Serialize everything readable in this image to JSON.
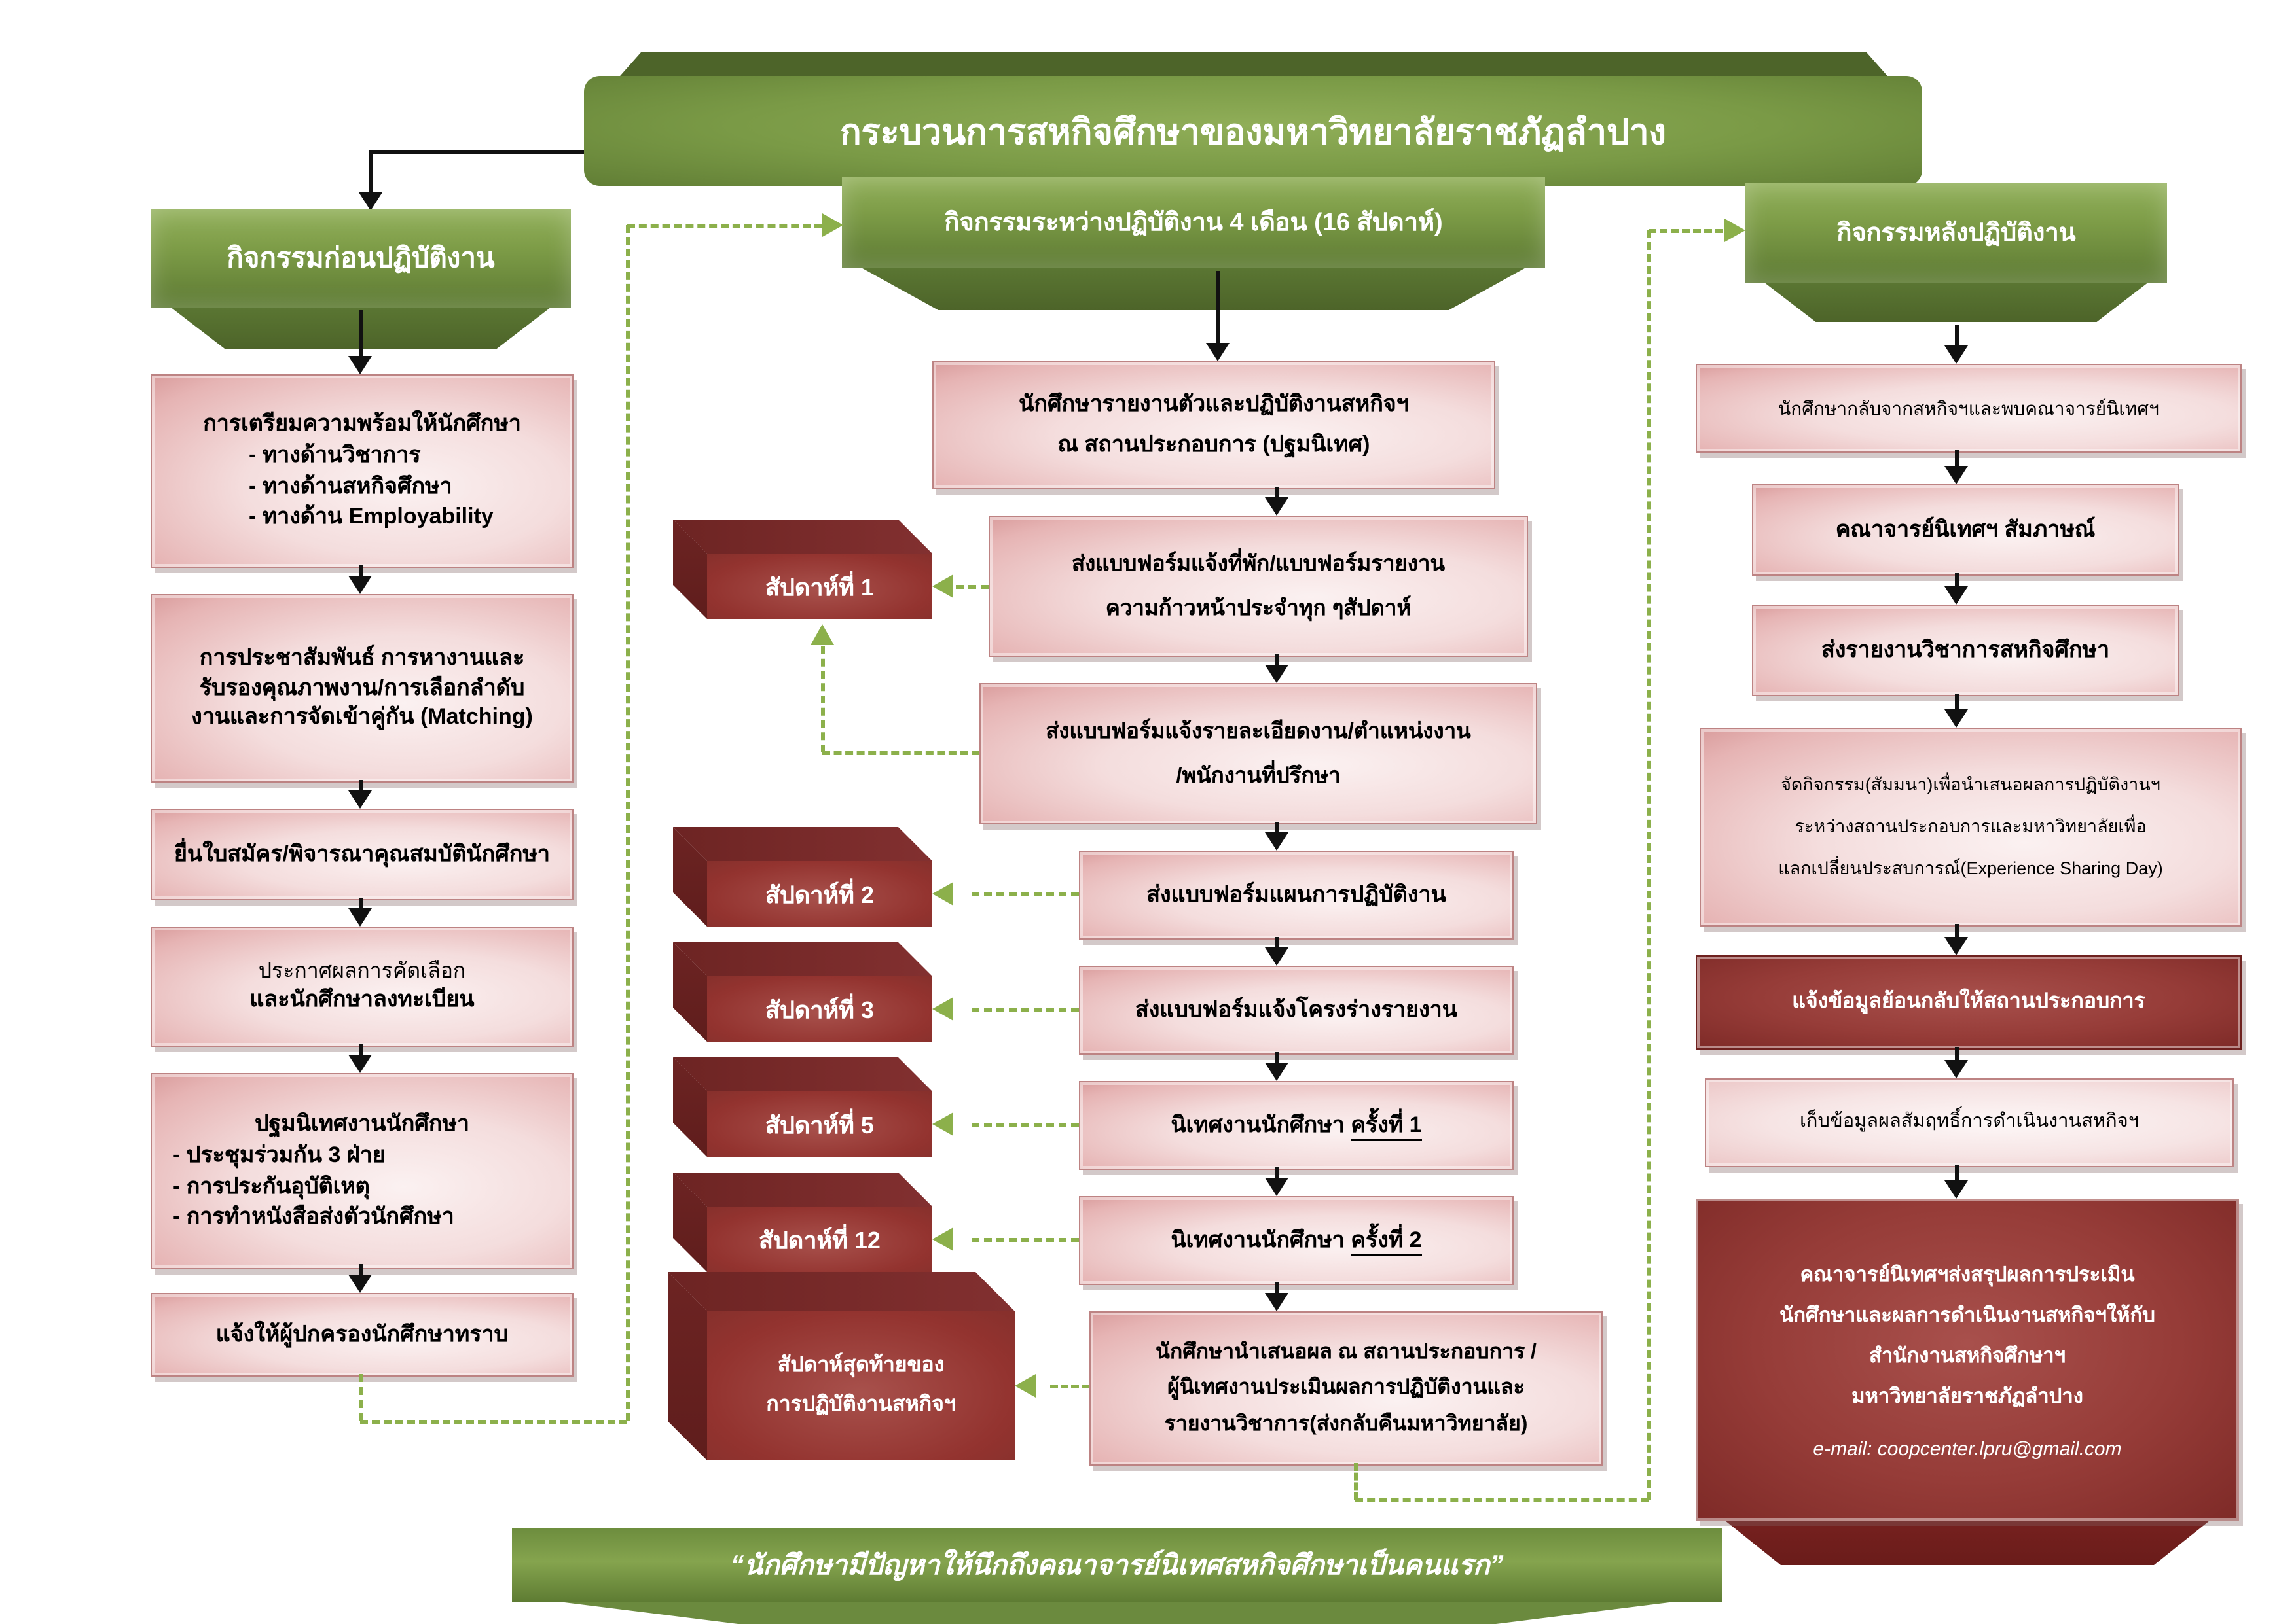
{
  "title": "กระบวนการสหกิจศึกษาของมหาวิทยาลัยราชภัฏลำปาง",
  "banner_quote": "“นักศึกษามีปัญหาให้นึกถึงคณาจารย์นิเทศสหกิจศึกษาเป็นคนแรก”",
  "colors": {
    "header_green": "#7d9c47",
    "dark_green": "#4d6429",
    "box_pink": "#f4dddd",
    "dark_red": "#8e312e",
    "dashed_green": "#8cb04b",
    "arrow_black": "#111111"
  },
  "pre": {
    "header": "กิจกรรมก่อนปฏิบัติงาน",
    "prep_title": "การเตรียมความพร้อมให้นักศึกษา",
    "prep_items": [
      "-  ทางด้านวิชาการ",
      "-  ทางด้านสหกิจศึกษา",
      "-  ทางด้าน Employability"
    ],
    "pr_lines": [
      "การประชาสัมพันธ์ การหางานและ",
      "รับรองคุณภาพงาน/การเลือกลำดับ",
      "งานและการจัดเข้าคู่กัน (Matching)"
    ],
    "apply": "ยื่นใบสมัคร/พิจารณาคุณสมบัตินักศึกษา",
    "announce_lines": [
      "ประกาศผลการคัดเลือก",
      "และนักศึกษาลงทะเบียน"
    ],
    "orient_title": "ปฐมนิเทศงานนักศึกษา",
    "orient_items": [
      "- ประชุมร่วมกัน 3 ฝ่าย",
      "- การประกันอุบัติเหตุ",
      "- การทำหนังสือส่งตัวนักศึกษา"
    ],
    "notify_parents": "แจ้งให้ผู้ปกครองนักศึกษาทราบ"
  },
  "during": {
    "header": "กิจกรรมระหว่างปฏิบัติงาน 4 เดือน (16 สัปดาห์)",
    "report_lines": [
      "นักศึกษารายงานตัวและปฏิบัติงานสหกิจฯ",
      "ณ สถานประกอบการ (ปฐมนิเทศ)"
    ],
    "form_residence_lines": [
      "ส่งแบบฟอร์มแจ้งที่พัก/แบบฟอร์มรายงาน",
      "ความก้าวหน้าประจำทุก ๆสัปดาห์"
    ],
    "form_jobdetail_lines": [
      "ส่งแบบฟอร์มแจ้งรายละเอียดงาน/ตำแหน่งงาน",
      "/พนักงานที่ปรึกษา"
    ],
    "form_plan": "ส่งแบบฟอร์มแผนการปฏิบัติงาน",
    "form_outline": "ส่งแบบฟอร์มแจ้งโครงร่างรายงาน",
    "supervision1_prefix": "นิเทศงานนักศึกษา ",
    "supervision1_no": "ครั้งที่ 1",
    "supervision2_prefix": "นิเทศงานนักศึกษา ",
    "supervision2_no": "ครั้งที่ 2",
    "present_lines": [
      "นักศึกษานำเสนอผล ณ สถานประกอบการ /",
      "ผู้นิเทศงานประเมินผลการปฏิบัติงานและ",
      "รายงานวิชาการ(ส่งกลับคืนมหาวิทยาลัย)"
    ],
    "weeks": [
      "สัปดาห์ที่ 1",
      "สัปดาห์ที่ 2",
      "สัปดาห์ที่ 3",
      "สัปดาห์ที่ 5",
      "สัปดาห์ที่ 12"
    ],
    "final_week_lines": [
      "สัปดาห์สุดท้ายของ",
      "การปฏิบัติงานสหกิจฯ"
    ]
  },
  "post": {
    "header": "กิจกรรมหลังปฏิบัติงาน",
    "return_meet": "นักศึกษากลับจากสหกิจฯและพบคณาจารย์นิเทศฯ",
    "interview": "คณาจารย์นิเทศฯ สัมภาษณ์",
    "send_report": "ส่งรายงานวิชาการสหกิจศึกษา",
    "seminar_lines": [
      "จัดกิจกรรม(สัมมนา)เพื่อนำเสนอผลการปฏิบัติงานฯ",
      "ระหว่างสถานประกอบการและมหาวิทยาลัยเพื่อ",
      "แลกเปลี่ยนประสบการณ์(Experience Sharing Day)"
    ],
    "feedback": "แจ้งข้อมูลย้อนกลับให้สถานประกอบการ",
    "collect": "เก็บข้อมูลผลสัมฤทธิ์การดำเนินงานสหกิจฯ",
    "summary_lines": [
      "คณาจารย์นิเทศฯส่งสรุปผลการประเมิน",
      "นักศึกษาและผลการดำเนินงานสหกิจฯให้กับ",
      "สำนักงานสหกิจศึกษาฯ",
      "มหาวิทยาลัยราชภัฏลำปาง"
    ],
    "email": "e-mail: coopcenter.lpru@gmail.com"
  }
}
